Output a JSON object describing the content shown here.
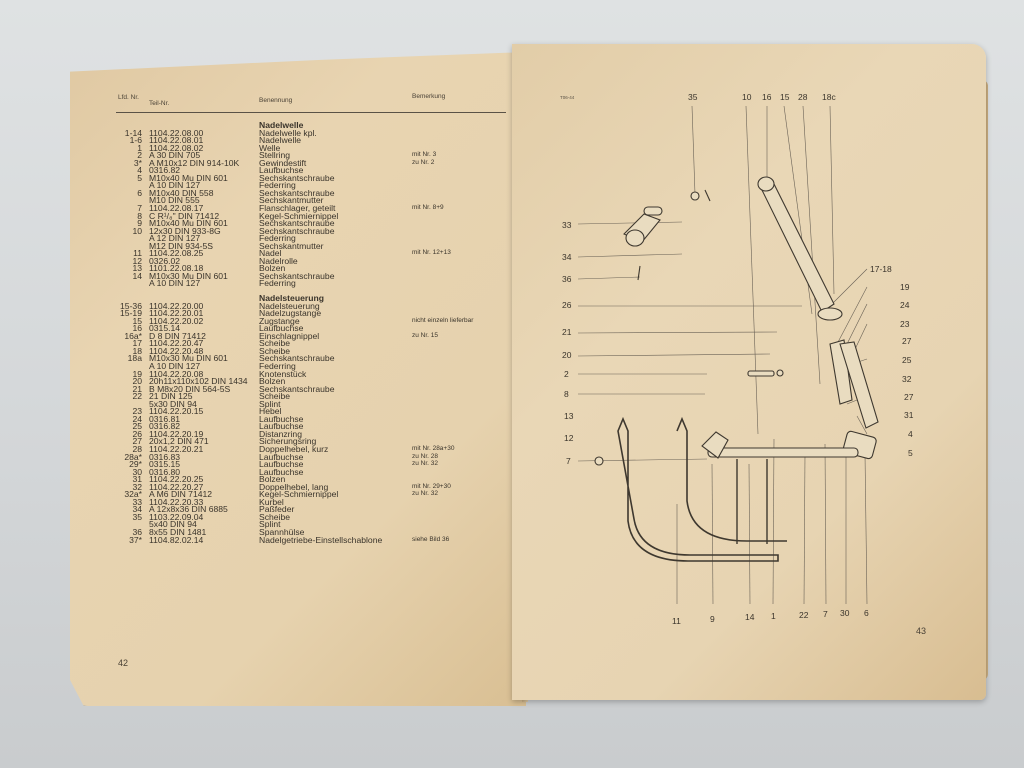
{
  "left_page": {
    "page_number": "42",
    "headers": {
      "nr": "Lfd. Nr.",
      "teil": "Teil-Nr.",
      "benennung": "Benennung",
      "bemerkung": "Bemerkung"
    },
    "sections": [
      {
        "title": "Nadelwelle",
        "rows": [
          {
            "nr": "1-14",
            "teil": "1104.22.08.00",
            "ben": "Nadelwelle kpl.",
            "bem": ""
          },
          {
            "nr": "1-6",
            "teil": "1104.22.08.01",
            "ben": "Nadelwelle",
            "bem": ""
          },
          {
            "nr": "1",
            "teil": "1104.22.08.02",
            "ben": "Welle",
            "bem": ""
          },
          {
            "nr": "2",
            "teil": "A 30 DIN 705",
            "ben": "Stellring",
            "bem": "mit Nr. 3"
          },
          {
            "nr": "3*",
            "teil": "A M10x12 DIN 914-10K",
            "ben": "Gewindestift",
            "bem": "zu Nr. 2"
          },
          {
            "nr": "4",
            "teil": "0316.82",
            "ben": "Laufbuchse",
            "bem": ""
          },
          {
            "nr": "5",
            "teil": "M10x40 Mu DIN 601",
            "ben": "Sechskantschraube",
            "bem": ""
          },
          {
            "nr": "",
            "teil": "A 10 DIN 127",
            "ben": "Federring",
            "bem": ""
          },
          {
            "nr": "6",
            "teil": "M10x40 DIN 558",
            "ben": "Sechskantschraube",
            "bem": ""
          },
          {
            "nr": "",
            "teil": "M10 DIN 555",
            "ben": "Sechskantmutter",
            "bem": ""
          },
          {
            "nr": "7",
            "teil": "1104.22.08.17",
            "ben": "Flanschlager, geteilt",
            "bem": "mit Nr. 8+9"
          },
          {
            "nr": "8",
            "teil": "C R¹/₈\" DIN 71412",
            "ben": "Kegel-Schmiernippel",
            "bem": ""
          },
          {
            "nr": "9",
            "teil": "M10x40 Mu DIN 601",
            "ben": "Sechskantschraube",
            "bem": ""
          },
          {
            "nr": "10",
            "teil": "12x30 DIN 933-8G",
            "ben": "Sechskantschraube",
            "bem": ""
          },
          {
            "nr": "",
            "teil": "A 12 DIN 127",
            "ben": "Federring",
            "bem": ""
          },
          {
            "nr": "",
            "teil": "M12 DIN 934-5S",
            "ben": "Sechskantmutter",
            "bem": ""
          },
          {
            "nr": "11",
            "teil": "1104.22.08.25",
            "ben": "Nadel",
            "bem": "mit Nr. 12+13"
          },
          {
            "nr": "12",
            "teil": "0326.02",
            "ben": "Nadelrolle",
            "bem": ""
          },
          {
            "nr": "13",
            "teil": "1101.22.08.18",
            "ben": "Bolzen",
            "bem": ""
          },
          {
            "nr": "14",
            "teil": "M10x30 Mu DIN 601",
            "ben": "Sechskantschraube",
            "bem": ""
          },
          {
            "nr": "",
            "teil": "A 10 DIN 127",
            "ben": "Federring",
            "bem": ""
          }
        ]
      },
      {
        "title": "Nadelsteuerung",
        "rows": [
          {
            "nr": "15-36",
            "teil": "1104.22.20.00",
            "ben": "Nadelsteuerung",
            "bem": ""
          },
          {
            "nr": "15-19",
            "teil": "1104.22.20.01",
            "ben": "Nadelzugstange",
            "bem": ""
          },
          {
            "nr": "15",
            "teil": "1104.22.20.02",
            "ben": "Zugstange",
            "bem": "nicht einzeln lieferbar"
          },
          {
            "nr": "16",
            "teil": "0315.14",
            "ben": "Laufbuchse",
            "bem": ""
          },
          {
            "nr": "16a*",
            "teil": "D 8 DIN 71412",
            "ben": "Einschlagnippel",
            "bem": "zu Nr. 15"
          },
          {
            "nr": "17",
            "teil": "1104.22.20.47",
            "ben": "Scheibe",
            "bem": ""
          },
          {
            "nr": "18",
            "teil": "1104.22.20.48",
            "ben": "Scheibe",
            "bem": ""
          },
          {
            "nr": "18a",
            "teil": "M10x30 Mu DIN 601",
            "ben": "Sechskantschraube",
            "bem": ""
          },
          {
            "nr": "",
            "teil": "A 10 DIN 127",
            "ben": "Federring",
            "bem": ""
          },
          {
            "nr": "19",
            "teil": "1104.22.20.08",
            "ben": "Knotenstück",
            "bem": ""
          },
          {
            "nr": "20",
            "teil": "20h11x110x102 DIN 1434",
            "ben": "Bolzen",
            "bem": ""
          },
          {
            "nr": "21",
            "teil": "B M8x20 DIN 564-5S",
            "ben": "Sechskantschraube",
            "bem": ""
          },
          {
            "nr": "22",
            "teil": "21 DIN 125",
            "ben": "Scheibe",
            "bem": ""
          },
          {
            "nr": "",
            "teil": "5x30 DIN 94",
            "ben": "Splint",
            "bem": ""
          },
          {
            "nr": "23",
            "teil": "1104.22.20.15",
            "ben": "Hebel",
            "bem": ""
          },
          {
            "nr": "24",
            "teil": "0316.81",
            "ben": "Laufbuchse",
            "bem": ""
          },
          {
            "nr": "25",
            "teil": "0316.82",
            "ben": "Laufbuchse",
            "bem": ""
          },
          {
            "nr": "26",
            "teil": "1104.22.20.19",
            "ben": "Distanzring",
            "bem": ""
          },
          {
            "nr": "27",
            "teil": "20x1,2 DIN 471",
            "ben": "Sicherungsring",
            "bem": ""
          },
          {
            "nr": "28",
            "teil": "1104.22.20.21",
            "ben": "Doppelhebel, kurz",
            "bem": "mit Nr. 28a+30"
          },
          {
            "nr": "28a*",
            "teil": "0316.83",
            "ben": "Laufbuchse",
            "bem": "zu Nr. 28"
          },
          {
            "nr": "29*",
            "teil": "0315.15",
            "ben": "Laufbuchse",
            "bem": "zu Nr. 32"
          },
          {
            "nr": "30",
            "teil": "0316.80",
            "ben": "Laufbuchse",
            "bem": ""
          },
          {
            "nr": "31",
            "teil": "1104.22.20.25",
            "ben": "Bolzen",
            "bem": ""
          },
          {
            "nr": "32",
            "teil": "1104.22.20.27",
            "ben": "Doppelhebel, lang",
            "bem": "mit Nr. 29+30"
          },
          {
            "nr": "32a*",
            "teil": "A M6 DIN 71412",
            "ben": "Kegel-Schmiernippel",
            "bem": "zu Nr. 32"
          },
          {
            "nr": "33",
            "teil": "1104.22.20.33",
            "ben": "Kurbel",
            "bem": ""
          },
          {
            "nr": "34",
            "teil": "A 12x8x36 DIN 6885",
            "ben": "Paßfeder",
            "bem": ""
          },
          {
            "nr": "35",
            "teil": "1103.22.09.04",
            "ben": "Scheibe",
            "bem": ""
          },
          {
            "nr": "",
            "teil": "5x40 DIN 94",
            "ben": "Splint",
            "bem": ""
          },
          {
            "nr": "36",
            "teil": "8x55 DIN 1481",
            "ben": "Spannhülse",
            "bem": ""
          },
          {
            "nr": "37*",
            "teil": "1104.82.02.14",
            "ben": "Nadelgetriebe-Einstellschablone",
            "bem": "siehe Bild 36"
          }
        ]
      }
    ]
  },
  "right_page": {
    "page_number": "43",
    "figure_ref": "T06-44",
    "callouts_top": [
      "35",
      "10",
      "16",
      "15",
      "28",
      "18c"
    ],
    "callouts_left": [
      "33",
      "34",
      "36",
      "26",
      "21",
      "20",
      "2",
      "8",
      "13",
      "12",
      "7"
    ],
    "callouts_right": [
      "17-18",
      "19",
      "24",
      "23",
      "27",
      "25",
      "32",
      "27",
      "31",
      "4",
      "5"
    ],
    "callouts_bottom": [
      "11",
      "9",
      "14",
      "1",
      "22",
      "7",
      "30",
      "6"
    ]
  }
}
